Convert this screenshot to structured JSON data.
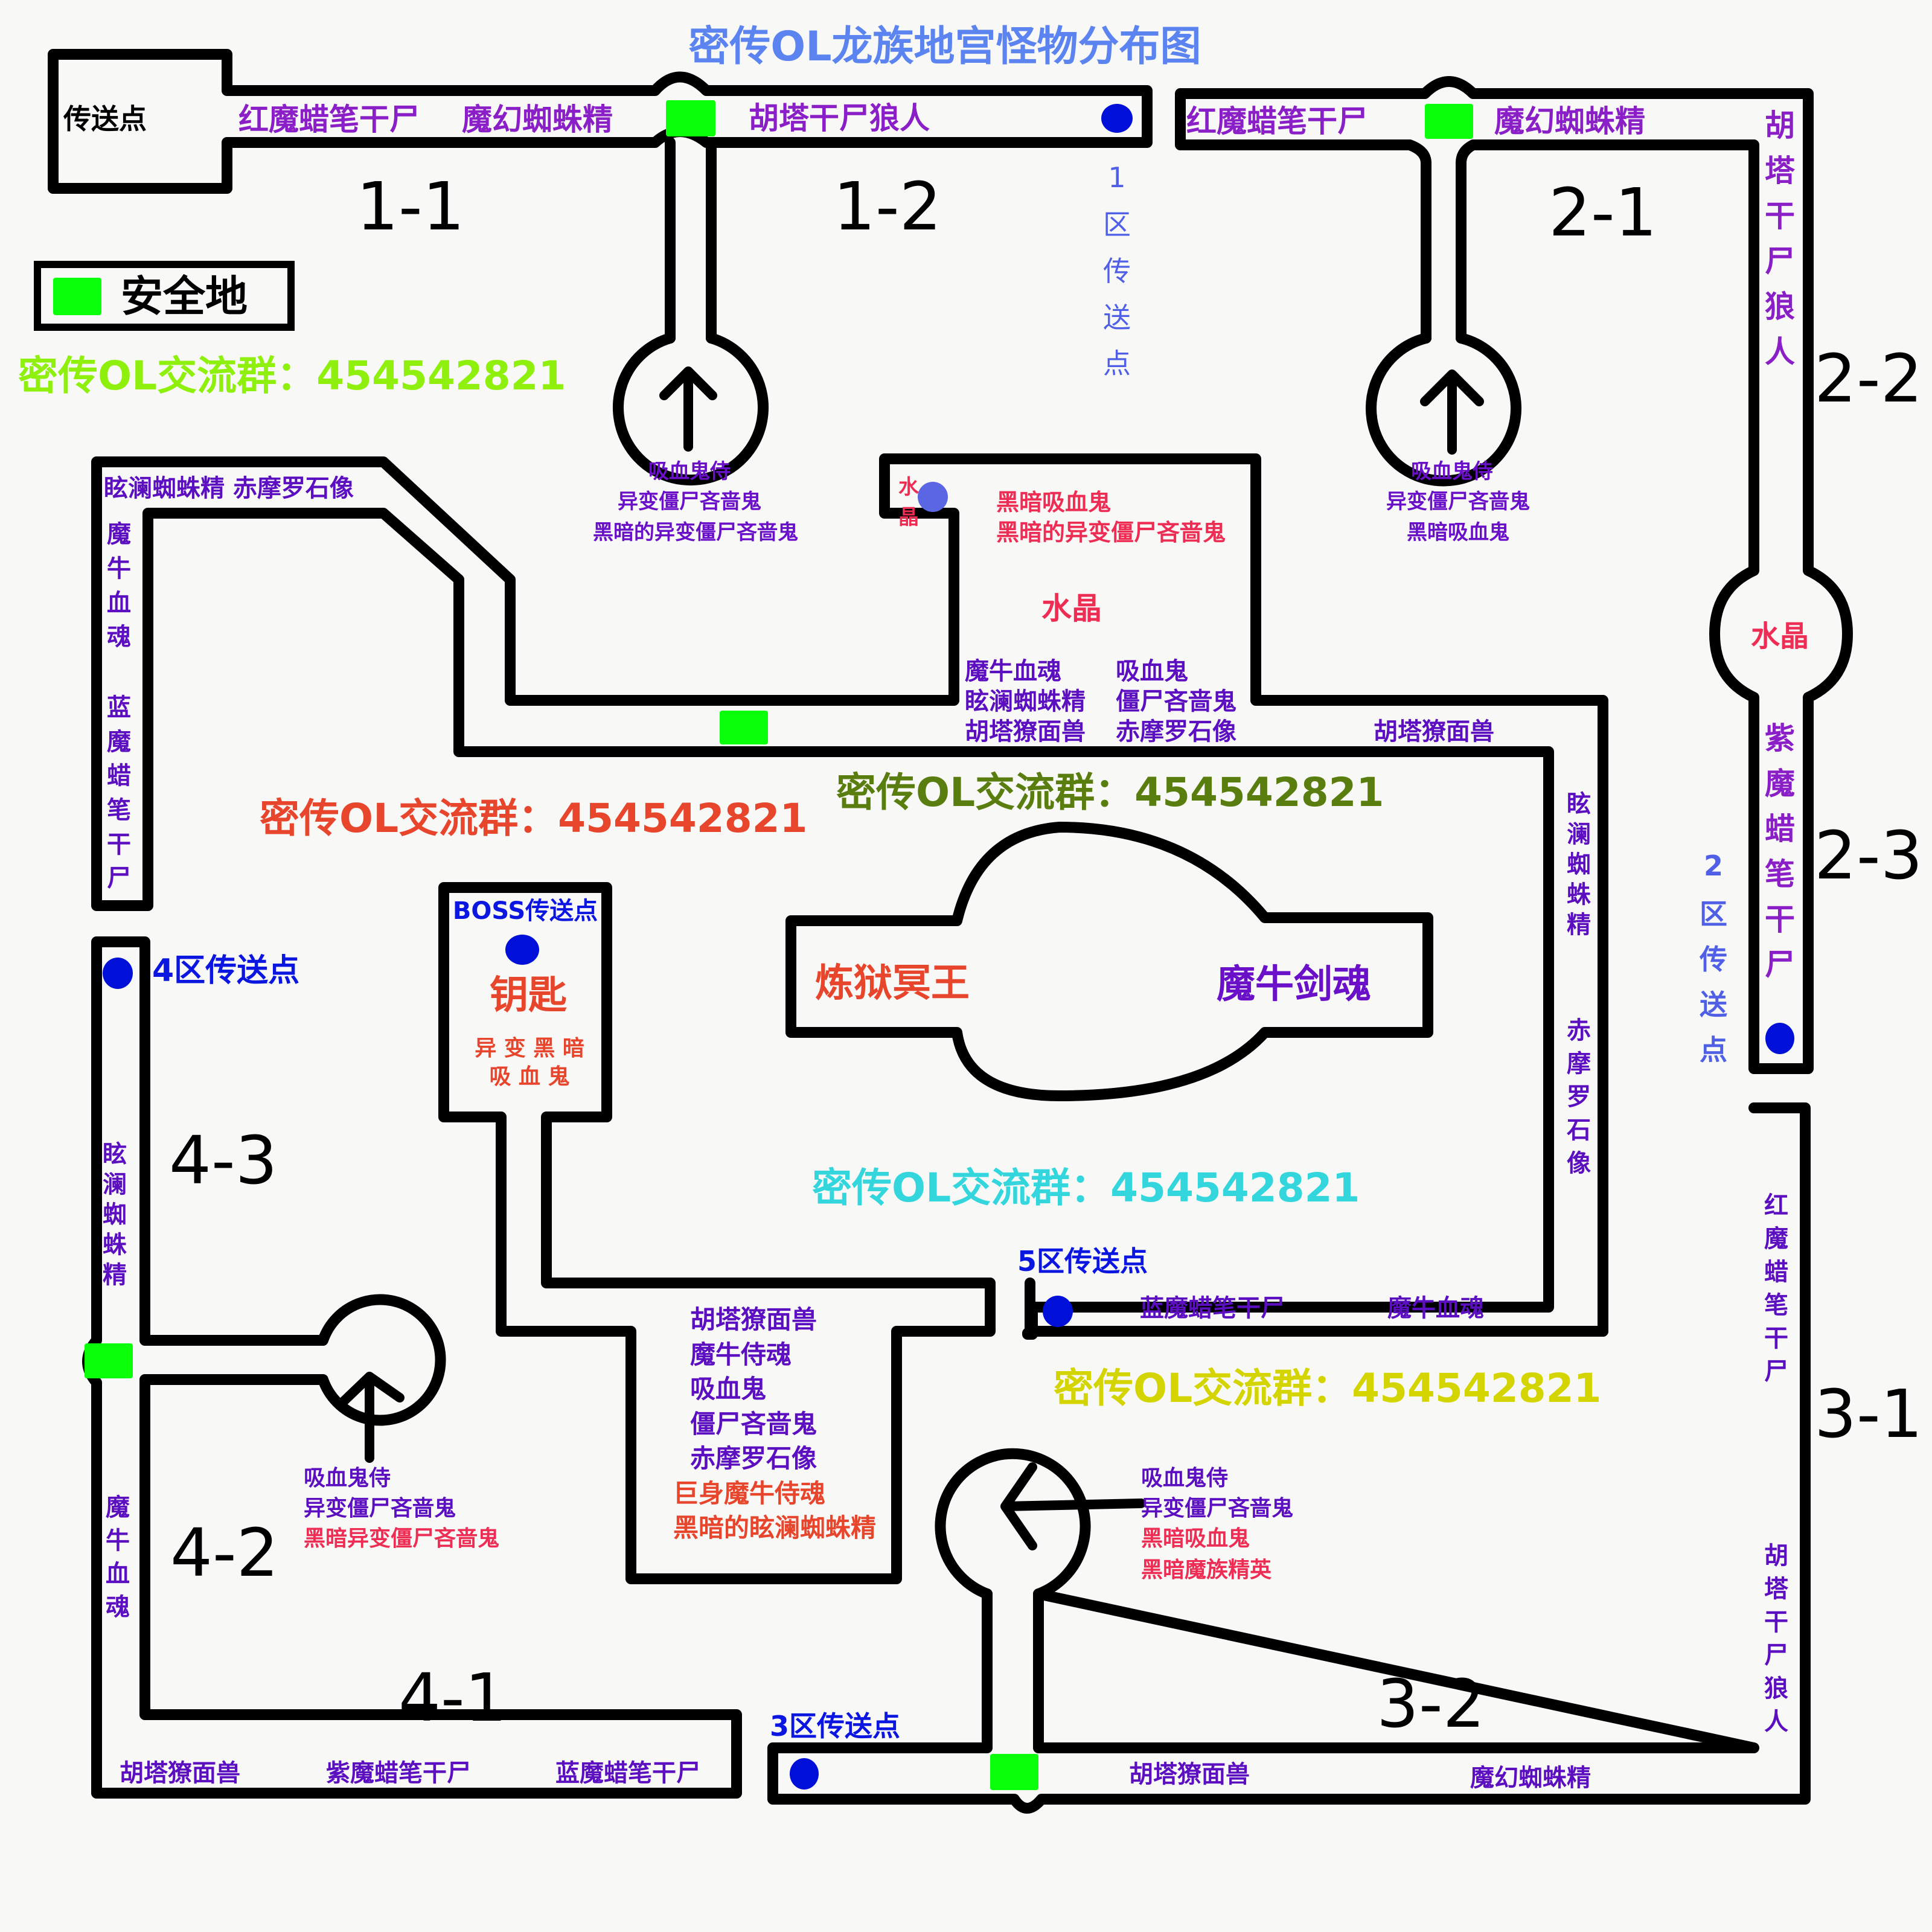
{
  "title": "密传OL龙族地宫怪物分布图",
  "colors": {
    "title": "#5b84f0",
    "safe_zone": "#0aff0a",
    "teleport_dot": "#0010d8",
    "monster": "#8a1ec7",
    "monster_dark": "#5b0fc0",
    "elite": "#ee2d55",
    "boss_red": "#e8452d",
    "teleport_label": "#0b16e0"
  },
  "legend": {
    "safe_label": "安全地"
  },
  "ads": [
    {
      "text": "密传OL交流群：454542821",
      "color": "#8ef00c"
    },
    {
      "text": "密传OL交流群：454542821",
      "color": "#e8452d"
    },
    {
      "text": "密传OL交流群：454542821",
      "color": "#5a7d10"
    },
    {
      "text": "密传OL交流群：454542821",
      "color": "#33d6dc"
    },
    {
      "text": "密传OL交流群：454542821",
      "color": "#d4d400"
    }
  ],
  "zones": [
    "1-1",
    "1-2",
    "2-1",
    "2-2",
    "2-3",
    "3-1",
    "3-2",
    "4-1",
    "4-2",
    "4-3"
  ],
  "teleports": {
    "start": "传送点",
    "zone1": [
      "1",
      "区",
      "传",
      "送",
      "点"
    ],
    "zone2": [
      "2",
      "区",
      "传",
      "送",
      "点"
    ],
    "zone3": "3区传送点",
    "zone4": "4区传送点",
    "zone5": "5区传送点",
    "boss": "BOSS传送点"
  },
  "corridors": {
    "top_left": [
      "红魔蜡笔干尸",
      "魔幻蜘蛛精",
      "胡塔干尸狼人"
    ],
    "top_right": [
      "红魔蜡笔干尸",
      "魔幻蜘蛛精"
    ],
    "right_2_2": [
      "胡",
      "塔",
      "干",
      "尸",
      "狼",
      "人"
    ],
    "right_2_3": [
      "紫",
      "魔",
      "蜡",
      "笔",
      "干",
      "尸"
    ],
    "right_3_1a": [
      "红",
      "魔",
      "蜡",
      "笔",
      "干",
      "尸"
    ],
    "right_3_1b": [
      "胡",
      "塔",
      "干",
      "尸",
      "狼",
      "人"
    ],
    "crystal_bulb": "水晶",
    "left_upper_top": "眩澜蜘蛛精 赤摩罗石像",
    "left_upper_v1": [
      "魔",
      "牛",
      "血",
      "魂"
    ],
    "left_upper_v2": [
      "蓝",
      "魔",
      "蜡",
      "笔",
      "干",
      "尸"
    ],
    "inner_right_top": "胡塔獠面兽",
    "inner_right_v1": [
      "眩",
      "澜",
      "蜘",
      "蛛",
      "精"
    ],
    "inner_right_v2": [
      "赤",
      "摩",
      "罗",
      "石",
      "像"
    ],
    "zone5_corridor": [
      "蓝魔蜡笔干尸",
      "魔牛血魂"
    ],
    "left_lower_v1": [
      "眩",
      "澜",
      "蜘",
      "蛛",
      "精"
    ],
    "left_lower_v2": [
      "魔",
      "牛",
      "血",
      "魂"
    ],
    "bottom_left": [
      "胡塔獠面兽",
      "紫魔蜡笔干尸",
      "蓝魔蜡笔干尸"
    ],
    "bottom_right": [
      "胡塔獠面兽",
      "魔幻蜘蛛精"
    ]
  },
  "rooms": {
    "r12_bulb": [
      "吸血鬼侍",
      "异变僵尸吝啬鬼",
      "黑暗的异变僵尸吝啬鬼"
    ],
    "r21_bulb": [
      "吸血鬼侍",
      "异变僵尸吝啬鬼",
      "黑暗吸血鬼"
    ],
    "crystal_room": {
      "crystal_small": [
        "水",
        "晶"
      ],
      "elites": [
        "黑暗吸血鬼",
        "黑暗的异变僵尸吝啬鬼"
      ],
      "crystal_label": "水晶",
      "col1": [
        "魔牛血魂",
        "眩澜蜘蛛精",
        "胡塔獠面兽"
      ],
      "col2": [
        "吸血鬼",
        "僵尸吝啬鬼",
        "赤摩罗石像"
      ]
    },
    "boss_room": {
      "key": "钥匙",
      "mob_line1": "异 变 黑 暗",
      "mob_line2": "吸 血 鬼"
    },
    "boss_arena": {
      "left": "炼狱冥王",
      "right": "魔牛剑魂"
    },
    "lower_middle": {
      "normal": [
        "胡塔獠面兽",
        "魔牛侍魂",
        "吸血鬼",
        "僵尸吝啬鬼",
        "赤摩罗石像"
      ],
      "elite": [
        "巨身魔牛侍魂",
        "黑暗的眩澜蜘蛛精"
      ]
    },
    "r42_bulb": {
      "normal": [
        "吸血鬼侍",
        "异变僵尸吝啬鬼"
      ],
      "elite": [
        "黑暗异变僵尸吝啬鬼"
      ]
    },
    "r32_bulb": {
      "normal": [
        "吸血鬼侍",
        "异变僵尸吝啬鬼"
      ],
      "elite": [
        "黑暗吸血鬼",
        "黑暗魔族精英"
      ]
    }
  }
}
